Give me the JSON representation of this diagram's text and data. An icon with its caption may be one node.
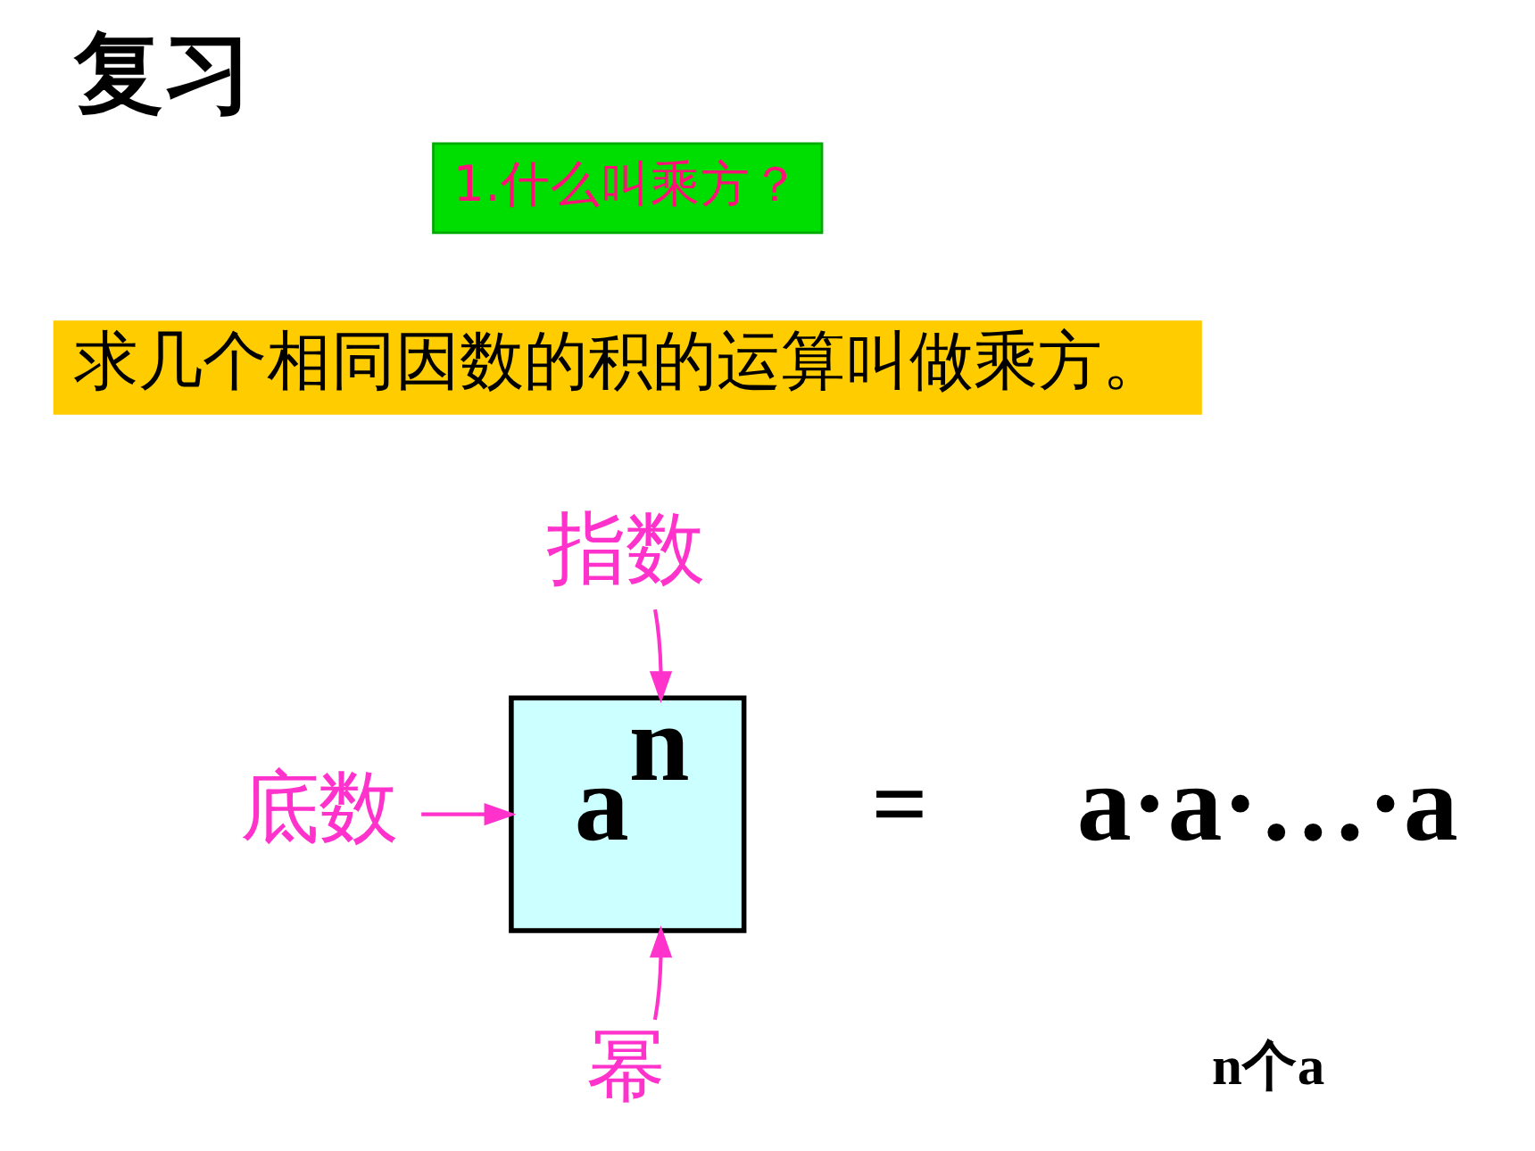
{
  "diagram": {
    "title": "复习",
    "nodes": [
      {
        "text": [
          "1.什么叫乘方？"
        ]
      },
      {
        "text": [
          "求几个相同因数的积的运算叫做乘方。"
        ]
      },
      {
        "text": [
          "a$^{n}$"
        ]
      },
      {
        "text": [
          "底数"
        ]
      },
      {
        "text": [
          "指数"
        ]
      },
      {
        "text": [
          "幂"
        ]
      }
    ],
    "edges": [
      {
        "from": 3,
        "to": 2,
        "arrow": "to"
      },
      {
        "from": 4,
        "to": 2,
        "arrow": "to"
      },
      {
        "from": 5,
        "to": 2,
        "arrow": "to"
      }
    ],
    "labels": [
      "=",
      "a·a·…·a",
      "n个a"
    ]
  }
}
